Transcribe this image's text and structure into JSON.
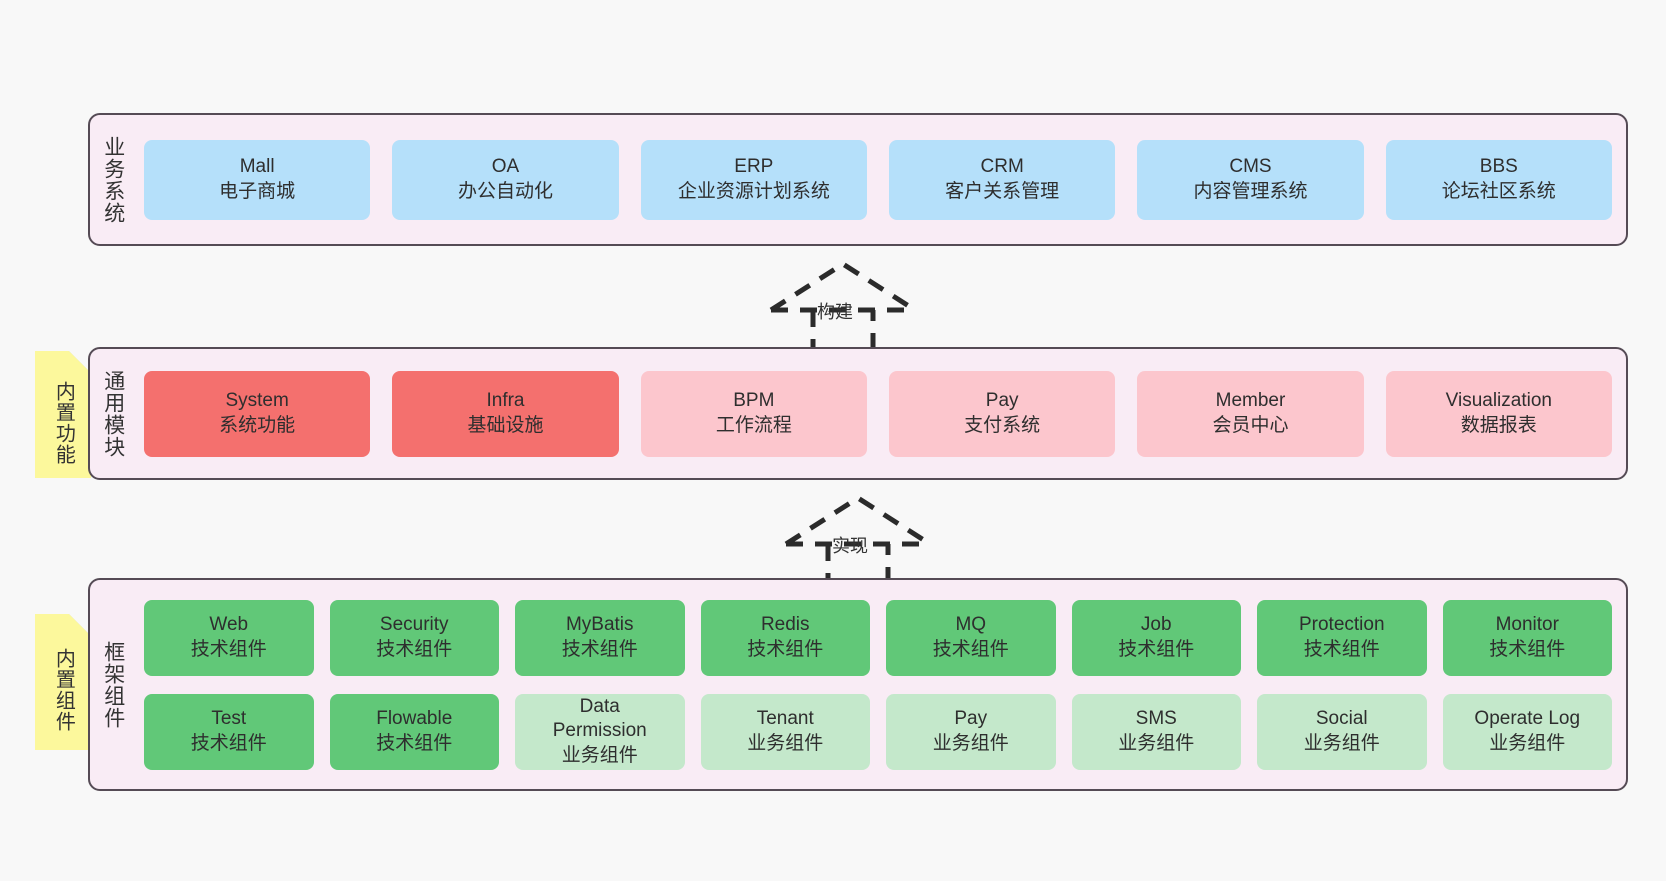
{
  "page": {
    "background": "#f8f8f8",
    "panel_bg": "#f9ecf5",
    "panel_border": "#554b55",
    "note_bg": "#fcf89c"
  },
  "layers": [
    {
      "id": "business-systems",
      "title": "业务系统",
      "note": null,
      "rows": [
        {
          "style": "card-blue",
          "cards": [
            {
              "en": "Mall",
              "cn": "电子商城"
            },
            {
              "en": "OA",
              "cn": "办公自动化"
            },
            {
              "en": "ERP",
              "cn": "企业资源计划系统"
            },
            {
              "en": "CRM",
              "cn": "客户关系管理"
            },
            {
              "en": "CMS",
              "cn": "内容管理系统"
            },
            {
              "en": "BBS",
              "cn": "论坛社区系统"
            }
          ]
        }
      ]
    },
    {
      "id": "common-modules",
      "title": "通用模块",
      "note": "内置功能",
      "rows": [
        {
          "style": "mixed",
          "cards": [
            {
              "en": "System",
              "cn": "系统功能",
              "style": "card-red"
            },
            {
              "en": "Infra",
              "cn": "基础设施",
              "style": "card-red"
            },
            {
              "en": "BPM",
              "cn": "工作流程",
              "style": "card-pink"
            },
            {
              "en": "Pay",
              "cn": "支付系统",
              "style": "card-pink"
            },
            {
              "en": "Member",
              "cn": "会员中心",
              "style": "card-pink"
            },
            {
              "en": "Visualization",
              "cn": "数据报表",
              "style": "card-pink"
            }
          ]
        }
      ]
    },
    {
      "id": "framework-components",
      "title": "框架组件",
      "note": "内置组件",
      "rows": [
        {
          "style": "mixed",
          "cards": [
            {
              "en": "Web",
              "cn": "技术组件",
              "style": "card-green"
            },
            {
              "en": "Security",
              "cn": "技术组件",
              "style": "card-green"
            },
            {
              "en": "MyBatis",
              "cn": "技术组件",
              "style": "card-green"
            },
            {
              "en": "Redis",
              "cn": "技术组件",
              "style": "card-green"
            },
            {
              "en": "MQ",
              "cn": "技术组件",
              "style": "card-green"
            },
            {
              "en": "Job",
              "cn": "技术组件",
              "style": "card-green"
            },
            {
              "en": "Protection",
              "cn": "技术组件",
              "style": "card-green"
            },
            {
              "en": "Monitor",
              "cn": "技术组件",
              "style": "card-green"
            }
          ]
        },
        {
          "style": "mixed",
          "cards": [
            {
              "en": "Test",
              "cn": "技术组件",
              "style": "card-green"
            },
            {
              "en": "Flowable",
              "cn": "技术组件",
              "style": "card-green"
            },
            {
              "en": "Data Permission",
              "cn": "业务组件",
              "style": "card-lightgreen"
            },
            {
              "en": "Tenant",
              "cn": "业务组件",
              "style": "card-lightgreen"
            },
            {
              "en": "Pay",
              "cn": "业务组件",
              "style": "card-lightgreen"
            },
            {
              "en": "SMS",
              "cn": "业务组件",
              "style": "card-lightgreen"
            },
            {
              "en": "Social",
              "cn": "业务组件",
              "style": "card-lightgreen"
            },
            {
              "en": "Operate Log",
              "cn": "业务组件",
              "style": "card-lightgreen"
            }
          ]
        }
      ]
    }
  ],
  "connectors": [
    {
      "id": "build",
      "label": "构建"
    },
    {
      "id": "implement",
      "label": "实现"
    }
  ]
}
